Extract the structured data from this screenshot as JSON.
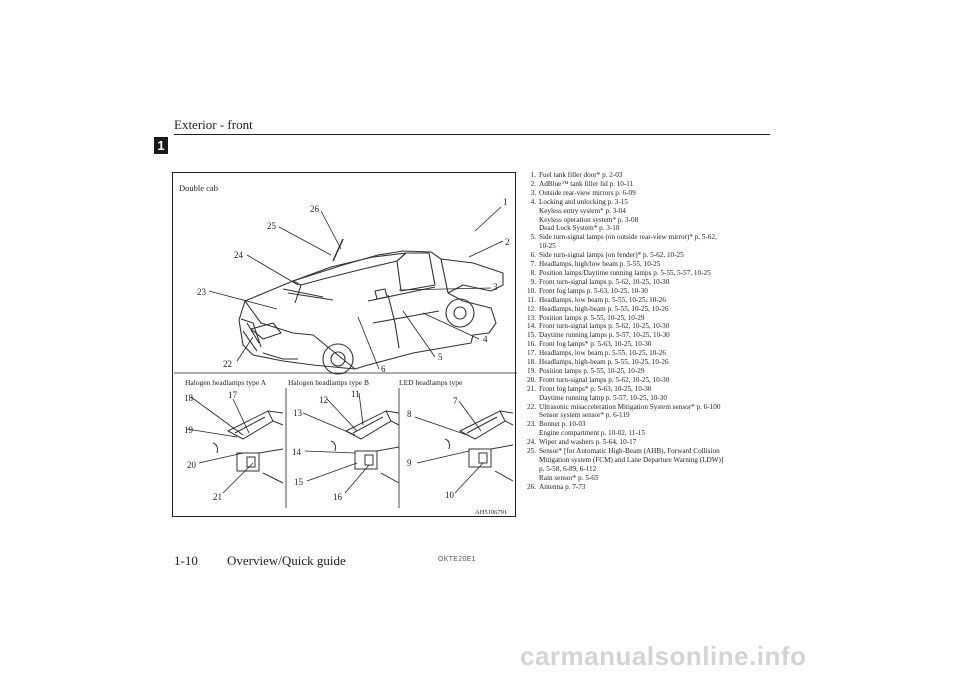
{
  "header": {
    "section_title": "Exterior - front",
    "chapter_tab": "1"
  },
  "figure": {
    "title": "Double cab",
    "ref_code": "AH5106791",
    "callouts": [
      "1",
      "2",
      "3",
      "4",
      "5",
      "6",
      "22",
      "23",
      "24",
      "25",
      "26"
    ],
    "panels": [
      {
        "label": "Halogen headlamps type A",
        "callouts": [
          "17",
          "18",
          "19",
          "20",
          "21"
        ]
      },
      {
        "label": "Halogen headlamps type B",
        "callouts": [
          "11",
          "12",
          "13",
          "14",
          "15",
          "16"
        ]
      },
      {
        "label": "LED headlamps type",
        "callouts": [
          "7",
          "8",
          "9",
          "10"
        ]
      }
    ]
  },
  "items": [
    {
      "num": "1.",
      "lines": [
        "Fuel tank filler door* p. 2-03"
      ]
    },
    {
      "num": "2.",
      "lines": [
        "AdBlue™ tank filler lid p. 10-11"
      ]
    },
    {
      "num": "3.",
      "lines": [
        "Outside rear-view mirrors p. 6-09"
      ]
    },
    {
      "num": "4.",
      "lines": [
        "Locking and unlocking p. 3-15",
        "Keyless entry system* p. 3-04",
        "Keyless operation system* p. 3-08",
        "Dead Lock System* p. 3-18"
      ]
    },
    {
      "num": "5.",
      "lines": [
        "Side turn-signal lamps (on outside rear-view mirror)* p. 5-62,",
        "10-25"
      ]
    },
    {
      "num": "6.",
      "lines": [
        "Side turn-signal lamps (on fender)* p. 5-62, 10-25"
      ]
    },
    {
      "num": "7.",
      "lines": [
        "Headlamps, high/low beam p. 5-55, 10-25"
      ]
    },
    {
      "num": "8.",
      "lines": [
        "Position lamps/Daytime running lamps p. 5-55, 5-57, 10-25"
      ]
    },
    {
      "num": "9.",
      "lines": [
        "Front turn-signal lamps p. 5-62, 10-25, 10-30"
      ]
    },
    {
      "num": "10.",
      "lines": [
        "Front fog lamps p. 5-63, 10-25, 10-30"
      ]
    },
    {
      "num": "11.",
      "lines": [
        "Headlamps, low beam p. 5-55, 10-25, 10-26"
      ]
    },
    {
      "num": "12.",
      "lines": [
        "Headlamps, high-beam p. 5-55, 10-25, 10-26"
      ]
    },
    {
      "num": "13.",
      "lines": [
        "Position lamps p. 5-55, 10-25, 10-29"
      ]
    },
    {
      "num": "14.",
      "lines": [
        "Front turn-signal lamps p. 5-62, 10-25, 10-30"
      ]
    },
    {
      "num": "15.",
      "lines": [
        "Daytime running lamps p. 5-57, 10-25, 10-30"
      ]
    },
    {
      "num": "16.",
      "lines": [
        "Front fog lamps* p. 5-63, 10-25, 10-30"
      ]
    },
    {
      "num": "17.",
      "lines": [
        "Headlamps, low beam p. 5-55, 10-25, 10-26"
      ]
    },
    {
      "num": "18.",
      "lines": [
        "Headlamps, high-beam p. 5-55, 10-25, 10-26"
      ]
    },
    {
      "num": "19.",
      "lines": [
        "Position lamps p. 5-55, 10-25, 10-29"
      ]
    },
    {
      "num": "20.",
      "lines": [
        "Front turn-signal lamps p. 5-62, 10-25, 10-30"
      ]
    },
    {
      "num": "21.",
      "lines": [
        "Front fog lamps* p. 5-63, 10-25, 10-30",
        "Daytime running lamp p. 5-57, 10-25, 10-30"
      ]
    },
    {
      "num": "22.",
      "lines": [
        "Ultrasonic misacceleration Mitigation System sensor* p. 6-100",
        "Sensor system sensor* p. 6-119"
      ]
    },
    {
      "num": "23.",
      "lines": [
        "Bonnet p. 10-03",
        "Engine compartment p. 10-02, 11-15"
      ]
    },
    {
      "num": "24.",
      "lines": [
        "Wiper and washers p. 5-64, 10-17"
      ]
    },
    {
      "num": "25.",
      "lines": [
        "Sensor* [for Automatic High-Beam (AHB), Forward Collision",
        "Mitigation system (FCM) and Lane Departure Warning (LDW)]",
        "p. 5-58, 6-89, 6-112",
        "Rain sensor* p. 5-65"
      ]
    },
    {
      "num": "26.",
      "lines": [
        "Antenna p. 7-73"
      ]
    }
  ],
  "footer": {
    "page_number": "1-10",
    "section": "Overview/Quick guide",
    "doc_code": "OKTE20E1"
  },
  "watermark": "carmanualsonline.info"
}
